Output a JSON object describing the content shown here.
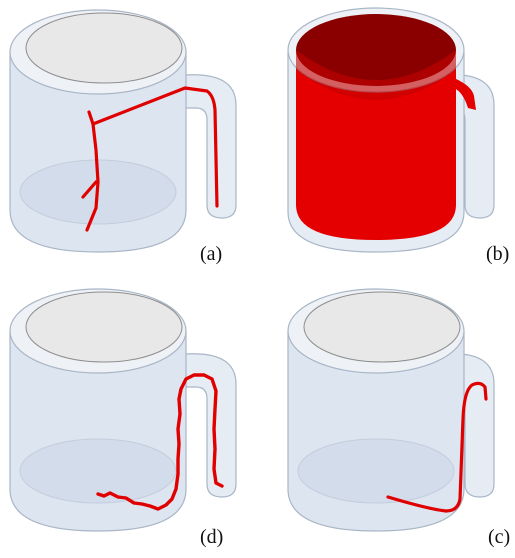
{
  "panels": [
    {
      "label": "(a)",
      "fill": false,
      "path": "skeleton"
    },
    {
      "label": "(b)",
      "fill": true,
      "path": "none"
    },
    {
      "label": "(d)",
      "fill": false,
      "path": "noisy"
    },
    {
      "label": "(c)",
      "fill": false,
      "path": "smooth"
    }
  ],
  "colors": {
    "path": "#e00000",
    "fill": "#e40000",
    "fill_dark": "#8a0000",
    "glass": "#dde5f0",
    "glass_edge": "#a9b6c6",
    "background": "#ffffff"
  }
}
